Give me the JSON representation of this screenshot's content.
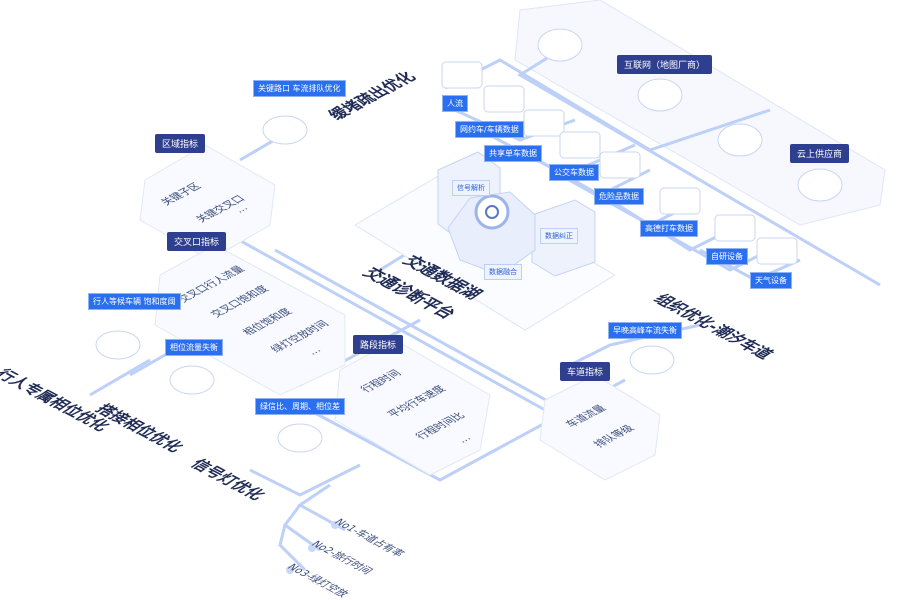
{
  "colors": {
    "line": "#b9cdf7",
    "dark_tag": "#2f3f8f",
    "accent": "#2a6ff0",
    "text": "#1f2b55"
  },
  "center": {
    "title_line1": "交通数据湖",
    "title_line2": "交通诊断平台",
    "blocks": [
      "信号解析",
      "数据纠正",
      "数据融合"
    ]
  },
  "sources": {
    "cloud_tags": [
      "互联网（地图厂商）",
      "云上供应商"
    ],
    "items": [
      "人流",
      "网约车/车辆数据",
      "共享单车数据",
      "公交车数据",
      "危险品数据",
      "高德打车数据",
      "自研设备",
      "天气设备"
    ]
  },
  "regions": [
    {
      "tag": "区域指标",
      "items": [
        "关键子区",
        "关键交叉口",
        "…"
      ]
    },
    {
      "tag": "交叉口指标",
      "items": [
        "交叉口行人流量",
        "交叉口饱和度",
        "相位饱和度",
        "绿灯空放时间",
        "…"
      ]
    },
    {
      "tag": "路段指标",
      "items": [
        "行程时间",
        "平均行车速度",
        "行程时间比",
        "…"
      ]
    },
    {
      "tag": "车道指标",
      "items": [
        "车道流量",
        "排队等级"
      ]
    }
  ],
  "outcomes": [
    {
      "title": "缓堵疏出优化",
      "tag": "关键路口 车流排队优化"
    },
    {
      "title": "行人专属相位优化",
      "tag": "行人等候车辆 饱和度阈"
    },
    {
      "title": "搭接相位优化",
      "tag": "相位流量失衡"
    },
    {
      "title": "信号灯优化",
      "tag": "绿信比、周期、相位差"
    },
    {
      "title": "组织优化-潮汐车道",
      "tag": "早晚高峰车流失衡"
    }
  ],
  "signal_list": [
    "No1-车道占有率",
    "No2-旅行时间",
    "No3-绿灯空放"
  ]
}
